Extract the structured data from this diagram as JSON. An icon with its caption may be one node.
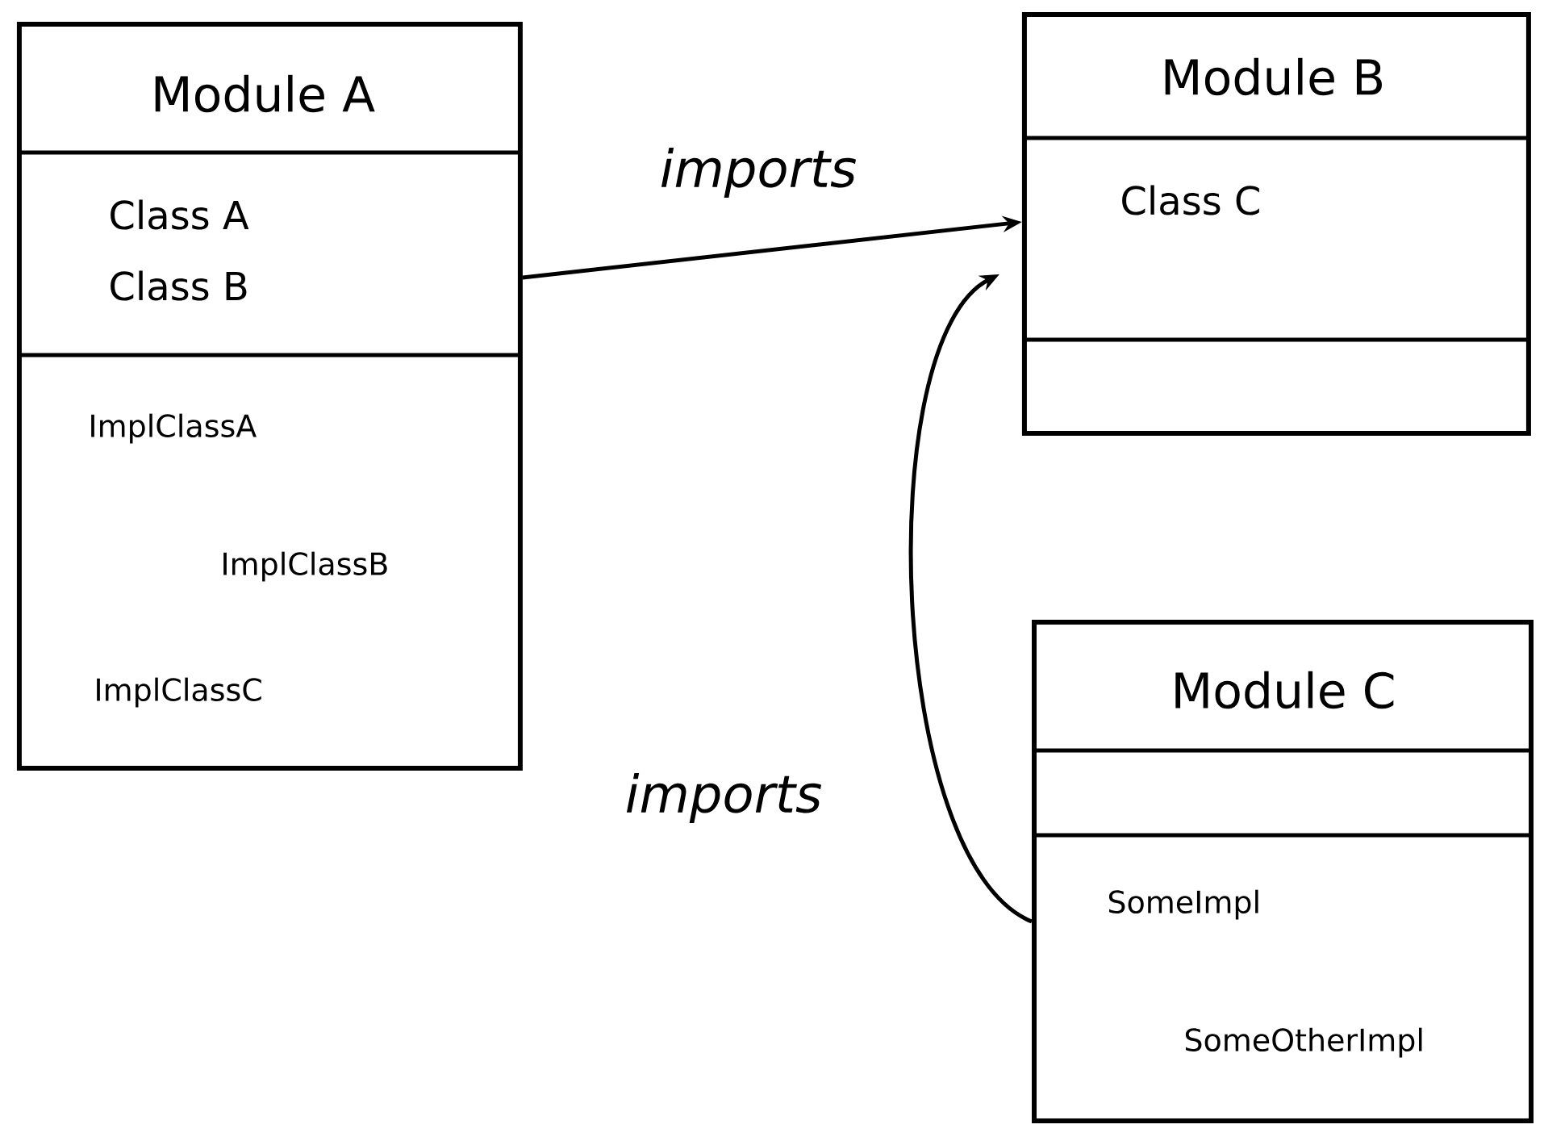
{
  "diagram": {
    "nodes": [
      {
        "text": [
          "Module A",
          "Class A",
          "Class B",
          "ImplClassA",
          "ImplClassB",
          "ImplClassC"
        ]
      },
      {
        "text": [
          "Module B",
          "Class C"
        ]
      },
      {
        "text": [
          "Module C",
          "SomeImpl",
          "SomeOtherImpl"
        ]
      }
    ],
    "edges": [
      {
        "from": 0,
        "to": 1,
        "arrow": "to",
        "label": "imports"
      },
      {
        "from": 2,
        "to": 1,
        "arrow": "to",
        "label": "imports"
      }
    ]
  }
}
